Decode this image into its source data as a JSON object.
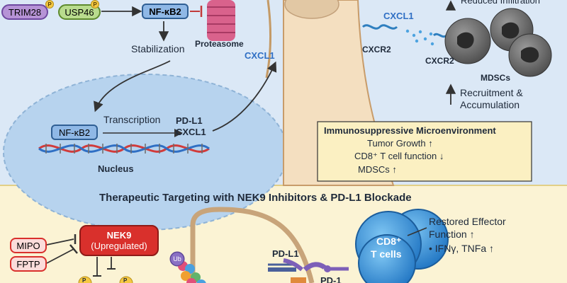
{
  "top_left": {
    "trim28": "TRIM28",
    "usp46": "USP46",
    "p_badge": "P",
    "nfkb2_top": "NF-κB2",
    "proteasome": "Proteasome",
    "stabilization": "Stabilization",
    "cxcl1_out": "CXCL1",
    "nfkb2_nucleus": "NF-κB2",
    "transcription": "Transcription",
    "pdl1": "PD-L1",
    "cxcl1_gene": "CXCL1",
    "nucleus": "Nucleus"
  },
  "top_right": {
    "reduced_infiltration": "Reduced Infiltration",
    "cxcl1": "CXCL1",
    "cxcr2_left": "CXCR2",
    "cxcr2_right": "CXCR2",
    "mdscs": "MDSCs",
    "recruitment_line1": "Recruitment &",
    "recruitment_line2": "Accumulation",
    "box_title": "Immunosuppressive Microenvironment",
    "box_items": [
      "Tumor Growth ↑",
      "CD8⁺ T cell function ↓",
      "MDSCs ↑"
    ]
  },
  "bottom": {
    "title": "Therapeutic Targeting with NEK9 Inhibitors & PD-L1 Blockade",
    "mipo": "MIPO",
    "fptp": "FPTP",
    "nek9_line1": "NEK9",
    "nek9_line2": "(Upregulated)",
    "ub": "Ub",
    "p_badge": "P",
    "pdl1": "PD-L1",
    "pd1": "PD-1",
    "cd8_line1": "CD8⁺",
    "cd8_line2": "T cells",
    "restored_line1": "Restored Effector",
    "restored_line2": "Function ↑",
    "ifn": "• IFNγ, TNFa ↑"
  },
  "colors": {
    "top_bg": "#dbe8f6",
    "bottom_bg": "#fbf3d4",
    "pill_purple": "#b693d6",
    "pill_green": "#b9dc8e",
    "pill_blue": "#8fb8e6",
    "nek9_red": "#d9302c",
    "cd8_blue": "#2f8ed8",
    "proteasome_pink": "#d9628c",
    "box_yellow": "#fbf0c2"
  }
}
